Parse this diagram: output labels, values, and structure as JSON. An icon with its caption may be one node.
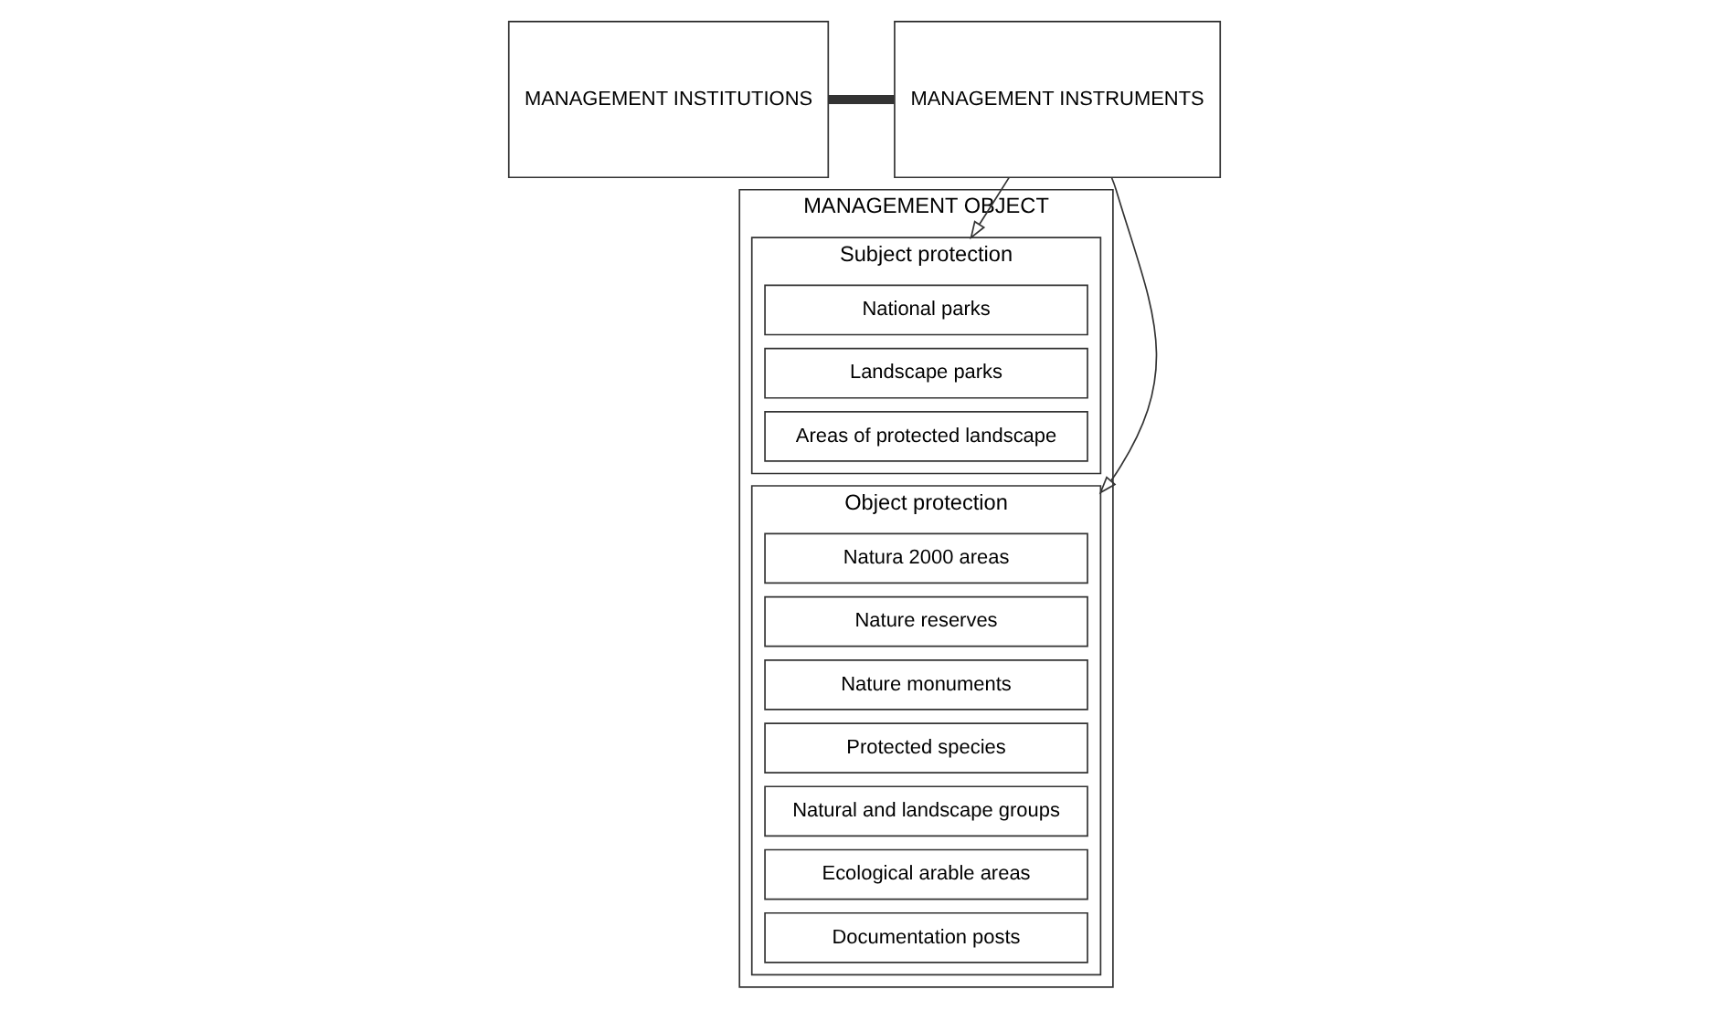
{
  "diagram": {
    "nodes": [
      {
        "text": [
          "MANAGEMENT INSTITUTIONS"
        ]
      },
      {
        "text": [
          "MANAGEMENT INSTRUMENTS"
        ]
      },
      {
        "text": [
          "MANAGEMENT OBJECT"
        ]
      },
      {
        "text": [
          "Subject protection"
        ],
        "in": 2
      },
      {
        "text": [
          "National parks"
        ],
        "in": 3
      },
      {
        "text": [
          "Landscape parks"
        ],
        "in": 3
      },
      {
        "text": [
          "Areas of protected landscape"
        ],
        "in": 3
      },
      {
        "text": [
          "Object protection"
        ],
        "in": 2
      },
      {
        "text": [
          "Natura 2000 areas"
        ],
        "in": 7
      },
      {
        "text": [
          "Nature reserves"
        ],
        "in": 7
      },
      {
        "text": [
          "Nature monuments"
        ],
        "in": 7
      },
      {
        "text": [
          "Protected species"
        ],
        "in": 7
      },
      {
        "text": [
          "Natural and landscape groups"
        ],
        "in": 7
      },
      {
        "text": [
          "Ecological arable areas"
        ],
        "in": 7
      },
      {
        "text": [
          "Documentation posts"
        ],
        "in": 7
      }
    ],
    "edges": [
      {
        "from": 0,
        "to": 1,
        "arrow": "none",
        "style": "thick"
      },
      {
        "from": 1,
        "to": 3,
        "arrow": "to"
      },
      {
        "from": 1,
        "to": 7,
        "arrow": "to"
      }
    ]
  }
}
